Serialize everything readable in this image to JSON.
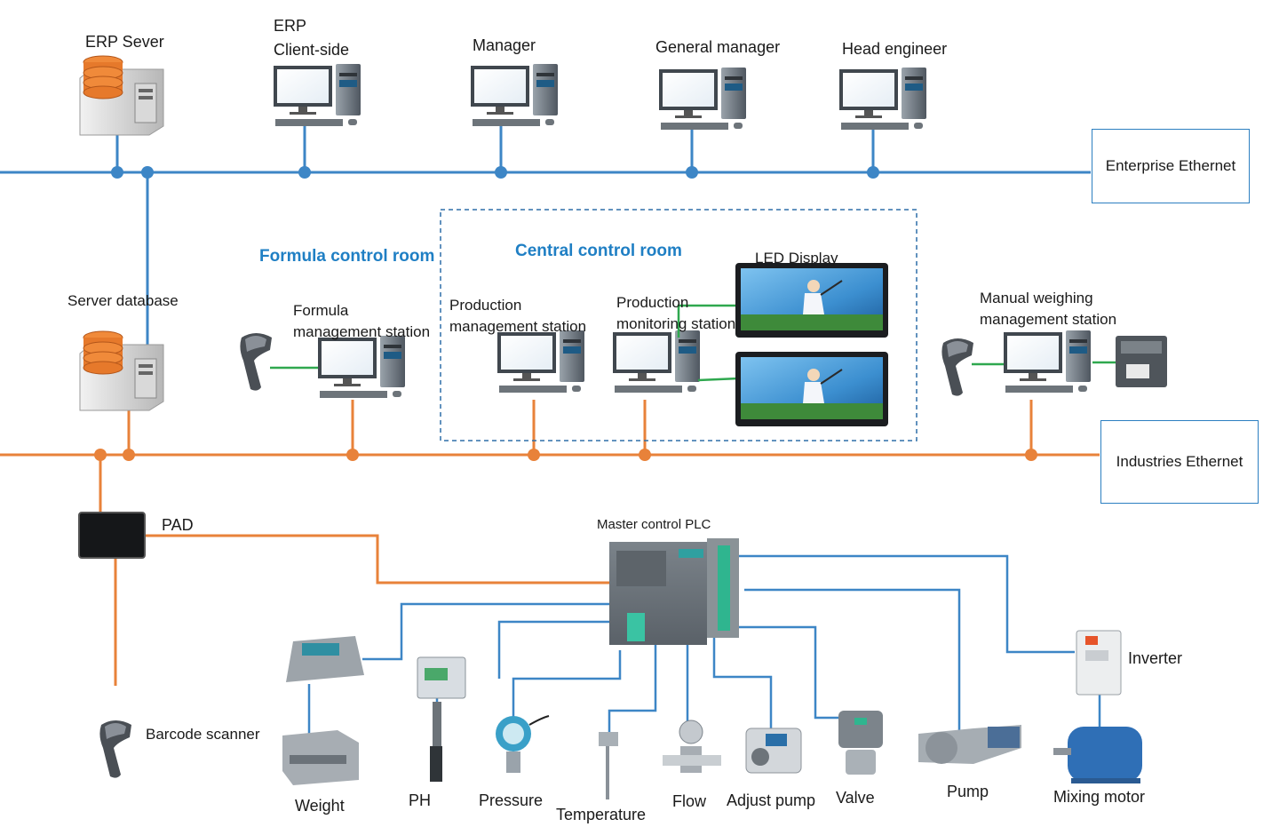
{
  "labels": {
    "erp_server": "ERP Sever",
    "erp_client": "ERP\nClient-side",
    "manager": "Manager",
    "general_manager": "General manager",
    "head_engineer": "Head engineer",
    "enterprise_ethernet": "Enterprise Ethernet",
    "server_database": "Server database",
    "formula_control_room": "Formula control room",
    "central_control_room": "Central control room",
    "formula_station": "Formula\nmanagement station",
    "production_mgmt_station": "Production\nmanagement station",
    "production_monitoring_station": "Production\nmonitoring station",
    "led_display": "LED Display",
    "manual_weighing_station": "Manual weighing\nmanagement station",
    "industries_ethernet": "Industries Ethernet",
    "pad": "PAD",
    "master_plc": "Master control PLC",
    "barcode_scanner": "Barcode scanner",
    "weight": "Weight",
    "ph": "PH",
    "pressure": "Pressure",
    "temperature": "Temperature",
    "flow": "Flow",
    "adjust_pump": "Adjust pump",
    "valve": "Valve",
    "pump": "Pump",
    "inverter": "Inverter",
    "mixing_motor": "Mixing motor"
  },
  "colors": {
    "enterprise_line": "#3d86c6",
    "industries_line": "#e8823a",
    "green_link": "#2fa84f",
    "room_title": "#1f7fc4"
  }
}
